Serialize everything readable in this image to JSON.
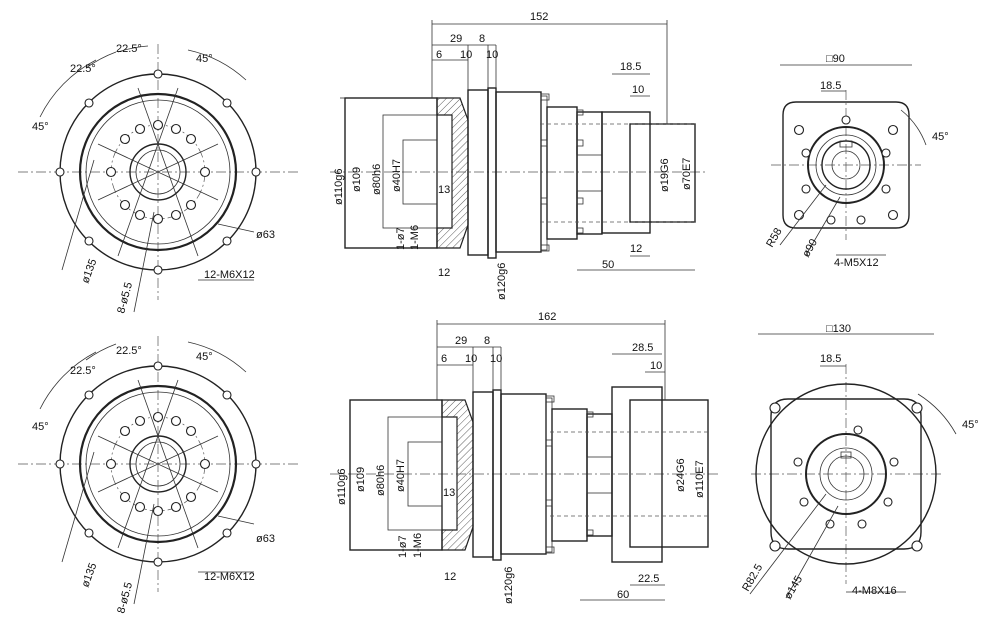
{
  "colors": {
    "line": "#222222",
    "background": "#ffffff"
  },
  "top": {
    "left": {
      "ang_a": "22.5°",
      "ang_b": "22.5°",
      "ang_c": "45°",
      "ang_d": "45°",
      "d_bolt_circle": "ø135",
      "holes": "8-ø5.5",
      "threads": "12-M6X12",
      "d_pitch": "ø63"
    },
    "mid": {
      "overall": "152",
      "d29": "29",
      "d8": "8",
      "d6": "6",
      "d10a": "10",
      "d10b": "10",
      "d18": "18.5",
      "d10c": "10",
      "d110": "ø110g6",
      "d109": "ø109",
      "d80": "ø80h6",
      "d40": "ø40H7",
      "d13": "13",
      "d7": "1-ø7",
      "m6": "1-M6",
      "d12a": "12",
      "d120": "ø120g6",
      "d50": "50",
      "d12b": "12",
      "d19": "ø19G6",
      "d70": "ø70E7"
    },
    "right": {
      "square": "□90",
      "key": "18.5",
      "angle": "45°",
      "radius": "R58",
      "dia": "ø90",
      "threads": "4-M5X12"
    }
  },
  "bottom": {
    "left": {
      "ang_a": "22.5°",
      "ang_b": "22.5°",
      "ang_c": "45°",
      "ang_d": "45°",
      "d_bolt_circle": "ø135",
      "holes": "8-ø5.5",
      "threads": "12-M6X12",
      "d_pitch": "ø63"
    },
    "mid": {
      "overall": "162",
      "d29": "29",
      "d8": "8",
      "d6": "6",
      "d10a": "10",
      "d10b": "10",
      "d28": "28.5",
      "d10c": "10",
      "d110": "ø110g6",
      "d109": "ø109",
      "d80": "ø80h6",
      "d40": "ø40H7",
      "d13": "13",
      "d7": "1-ø7",
      "m6": "1-M6",
      "d12a": "12",
      "d120": "ø120g6",
      "d22": "22.5",
      "d60": "60",
      "d24": "ø24G6",
      "d110b": "ø110E7"
    },
    "right": {
      "square": "□130",
      "key": "18.5",
      "angle": "45°",
      "radius": "R82.5",
      "dia": "ø145",
      "threads": "4-M8X16"
    }
  }
}
